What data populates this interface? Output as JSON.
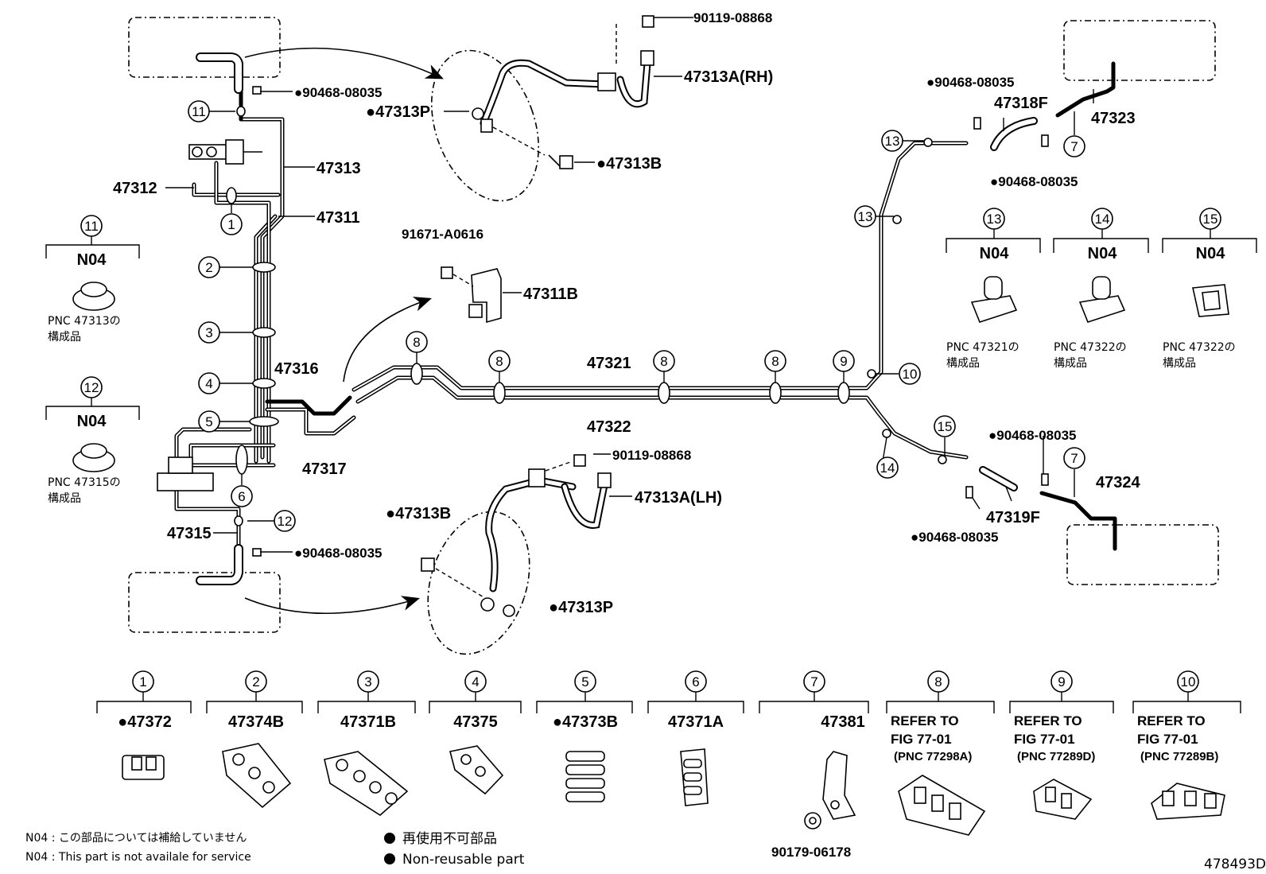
{
  "diagram_id": "478493D",
  "callouts": {
    "c1": "1",
    "c2": "2",
    "c3": "3",
    "c4": "4",
    "c5": "5",
    "c6": "6",
    "c7": "7",
    "c8": "8",
    "c9": "9",
    "c10": "10",
    "c11": "11",
    "c12": "12",
    "c13": "13",
    "c14": "14",
    "c15": "15"
  },
  "labels": {
    "p90119_top": "90119-08868",
    "p47313A_rh": "47313A(RH)",
    "p90468_top_left": "●90468-08035",
    "p47313P_top": "●47313P",
    "p47313B_top": "●47313B",
    "p47313": "47313",
    "p47312": "47312",
    "p47311": "47311",
    "p91671": "91671-A0616",
    "p47311B": "47311B",
    "p47316": "47316",
    "p47317": "47317",
    "p47321": "47321",
    "p47322": "47322",
    "p47315": "47315",
    "p90468_bottom_left": "●90468-08035",
    "p90119_bottom": "90119-08868",
    "p47313A_lh": "47313A(LH)",
    "p47313B_bottom": "●47313B",
    "p47313P_bottom": "●47313P",
    "p90468_right_top": "●90468-08035",
    "p47318F": "47318F",
    "p47323": "47323",
    "p90468_right_mid": "●90468-08035",
    "p90468_right_low": "●90468-08035",
    "p47324": "47324",
    "p47319F": "47319F",
    "p90468_right_bottom": "●90468-08035"
  },
  "n04_groups": [
    {
      "num": "11",
      "code": "N04",
      "note1": "PNC 47313の",
      "note2": "構成品"
    },
    {
      "num": "12",
      "code": "N04",
      "note1": "PNC 47315の",
      "note2": "構成品"
    },
    {
      "num": "13",
      "code": "N04",
      "note1": "PNC 47321の",
      "note2": "構成品"
    },
    {
      "num": "14",
      "code": "N04",
      "note1": "PNC 47322の",
      "note2": "構成品"
    },
    {
      "num": "15",
      "code": "N04",
      "note1": "PNC 47322の",
      "note2": "構成品"
    }
  ],
  "clamps": [
    {
      "num": "1",
      "part": "●47372"
    },
    {
      "num": "2",
      "part": "47374B"
    },
    {
      "num": "3",
      "part": "47371B"
    },
    {
      "num": "4",
      "part": "47375"
    },
    {
      "num": "5",
      "part": "●47373B"
    },
    {
      "num": "6",
      "part": "47371A"
    },
    {
      "num": "7",
      "part": "47381",
      "sub": "90179-06178"
    },
    {
      "num": "8",
      "ref1": "REFER TO",
      "ref2": "FIG 77-01",
      "ref3": "(PNC 77298A)"
    },
    {
      "num": "9",
      "ref1": "REFER TO",
      "ref2": "FIG 77-01",
      "ref3": "(PNC 77289D)"
    },
    {
      "num": "10",
      "ref1": "REFER TO",
      "ref2": "FIG 77-01",
      "ref3": "(PNC 77289B)"
    }
  ],
  "footnotes": {
    "n04_jp": "N04 : この部品については補給していません",
    "n04_en": "N04 : This part is not availale for service",
    "legend_jp": "再使用不可部品",
    "legend_en": "Non-reusable part"
  }
}
